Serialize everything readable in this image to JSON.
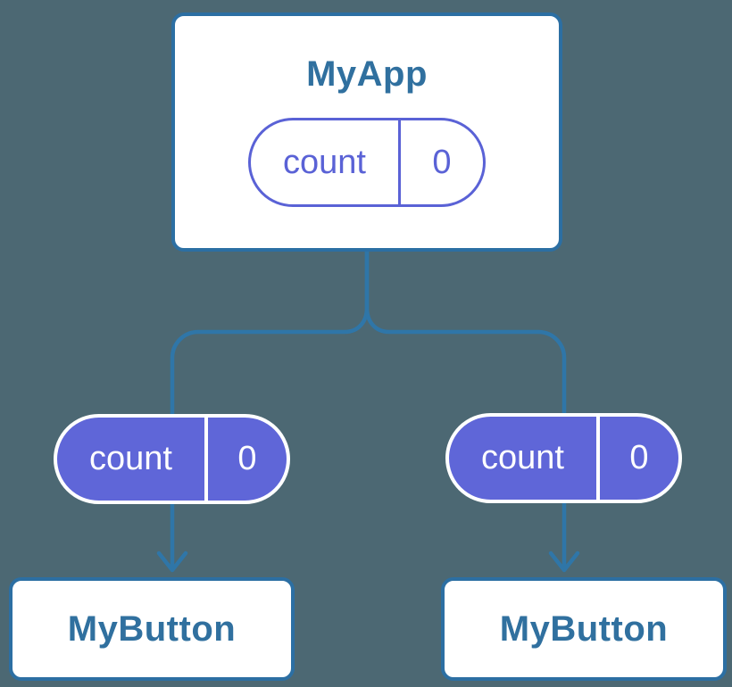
{
  "diagram": {
    "root": {
      "title": "MyApp",
      "state": {
        "label": "count",
        "value": "0"
      }
    },
    "props": [
      {
        "label": "count",
        "value": "0"
      },
      {
        "label": "count",
        "value": "0"
      }
    ],
    "children": [
      {
        "title": "MyButton"
      },
      {
        "title": "MyButton"
      }
    ]
  },
  "colors": {
    "background": "#4C6873",
    "connector": "#2F76A8",
    "node_border": "#2C6FA3",
    "node_fill": "#FFFFFF",
    "node_text": "#30709F",
    "state_accent": "#5A62D6",
    "prop_fill": "#5F66D8",
    "prop_text": "#FFFFFF"
  }
}
